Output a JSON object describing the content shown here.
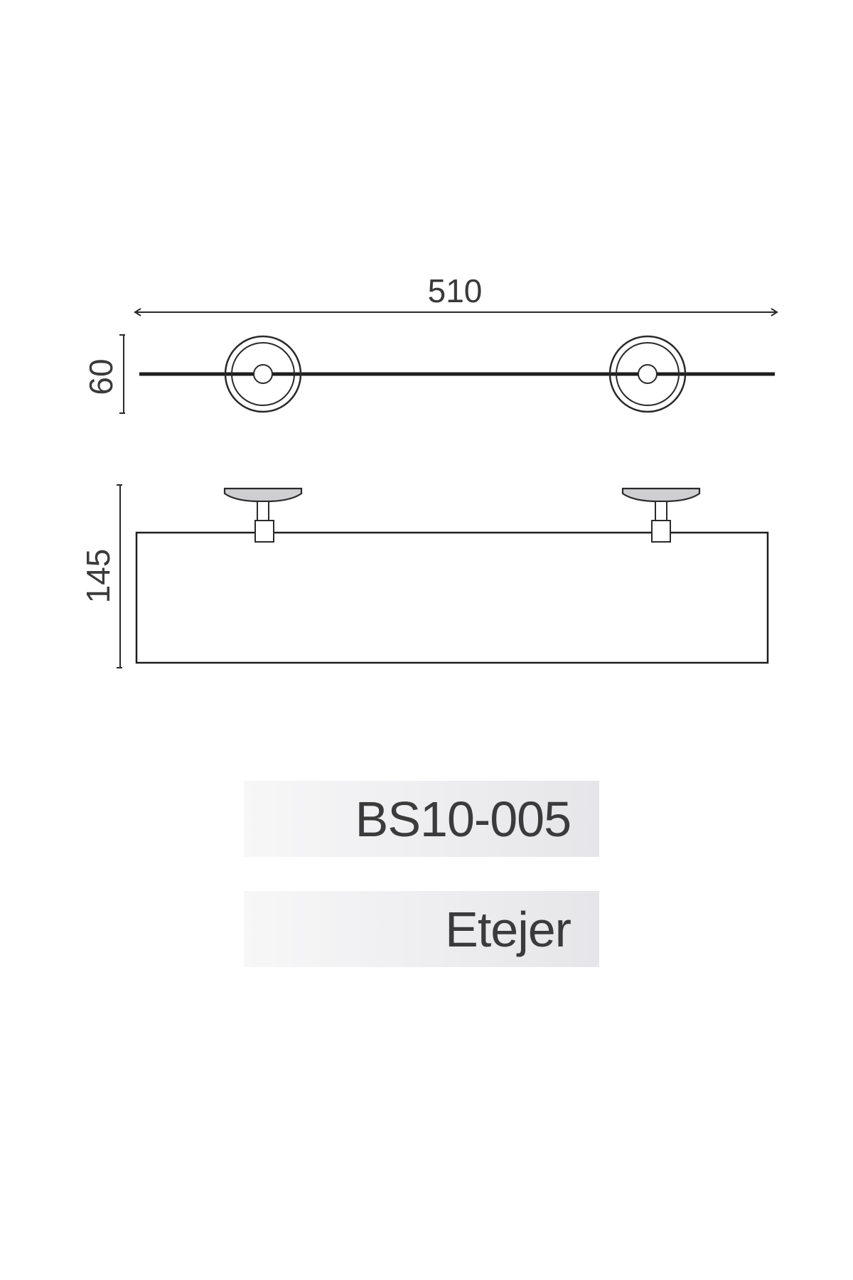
{
  "dimensions": {
    "width": "510",
    "depth": "60",
    "height": "145"
  },
  "product": {
    "model": "BS10-005",
    "name": "Etejer"
  },
  "colors": {
    "line": "#2a2a2a",
    "text": "#3b3b3b",
    "label_bg_start": "#f7f7f8",
    "label_bg_end": "#e6e6e9"
  }
}
